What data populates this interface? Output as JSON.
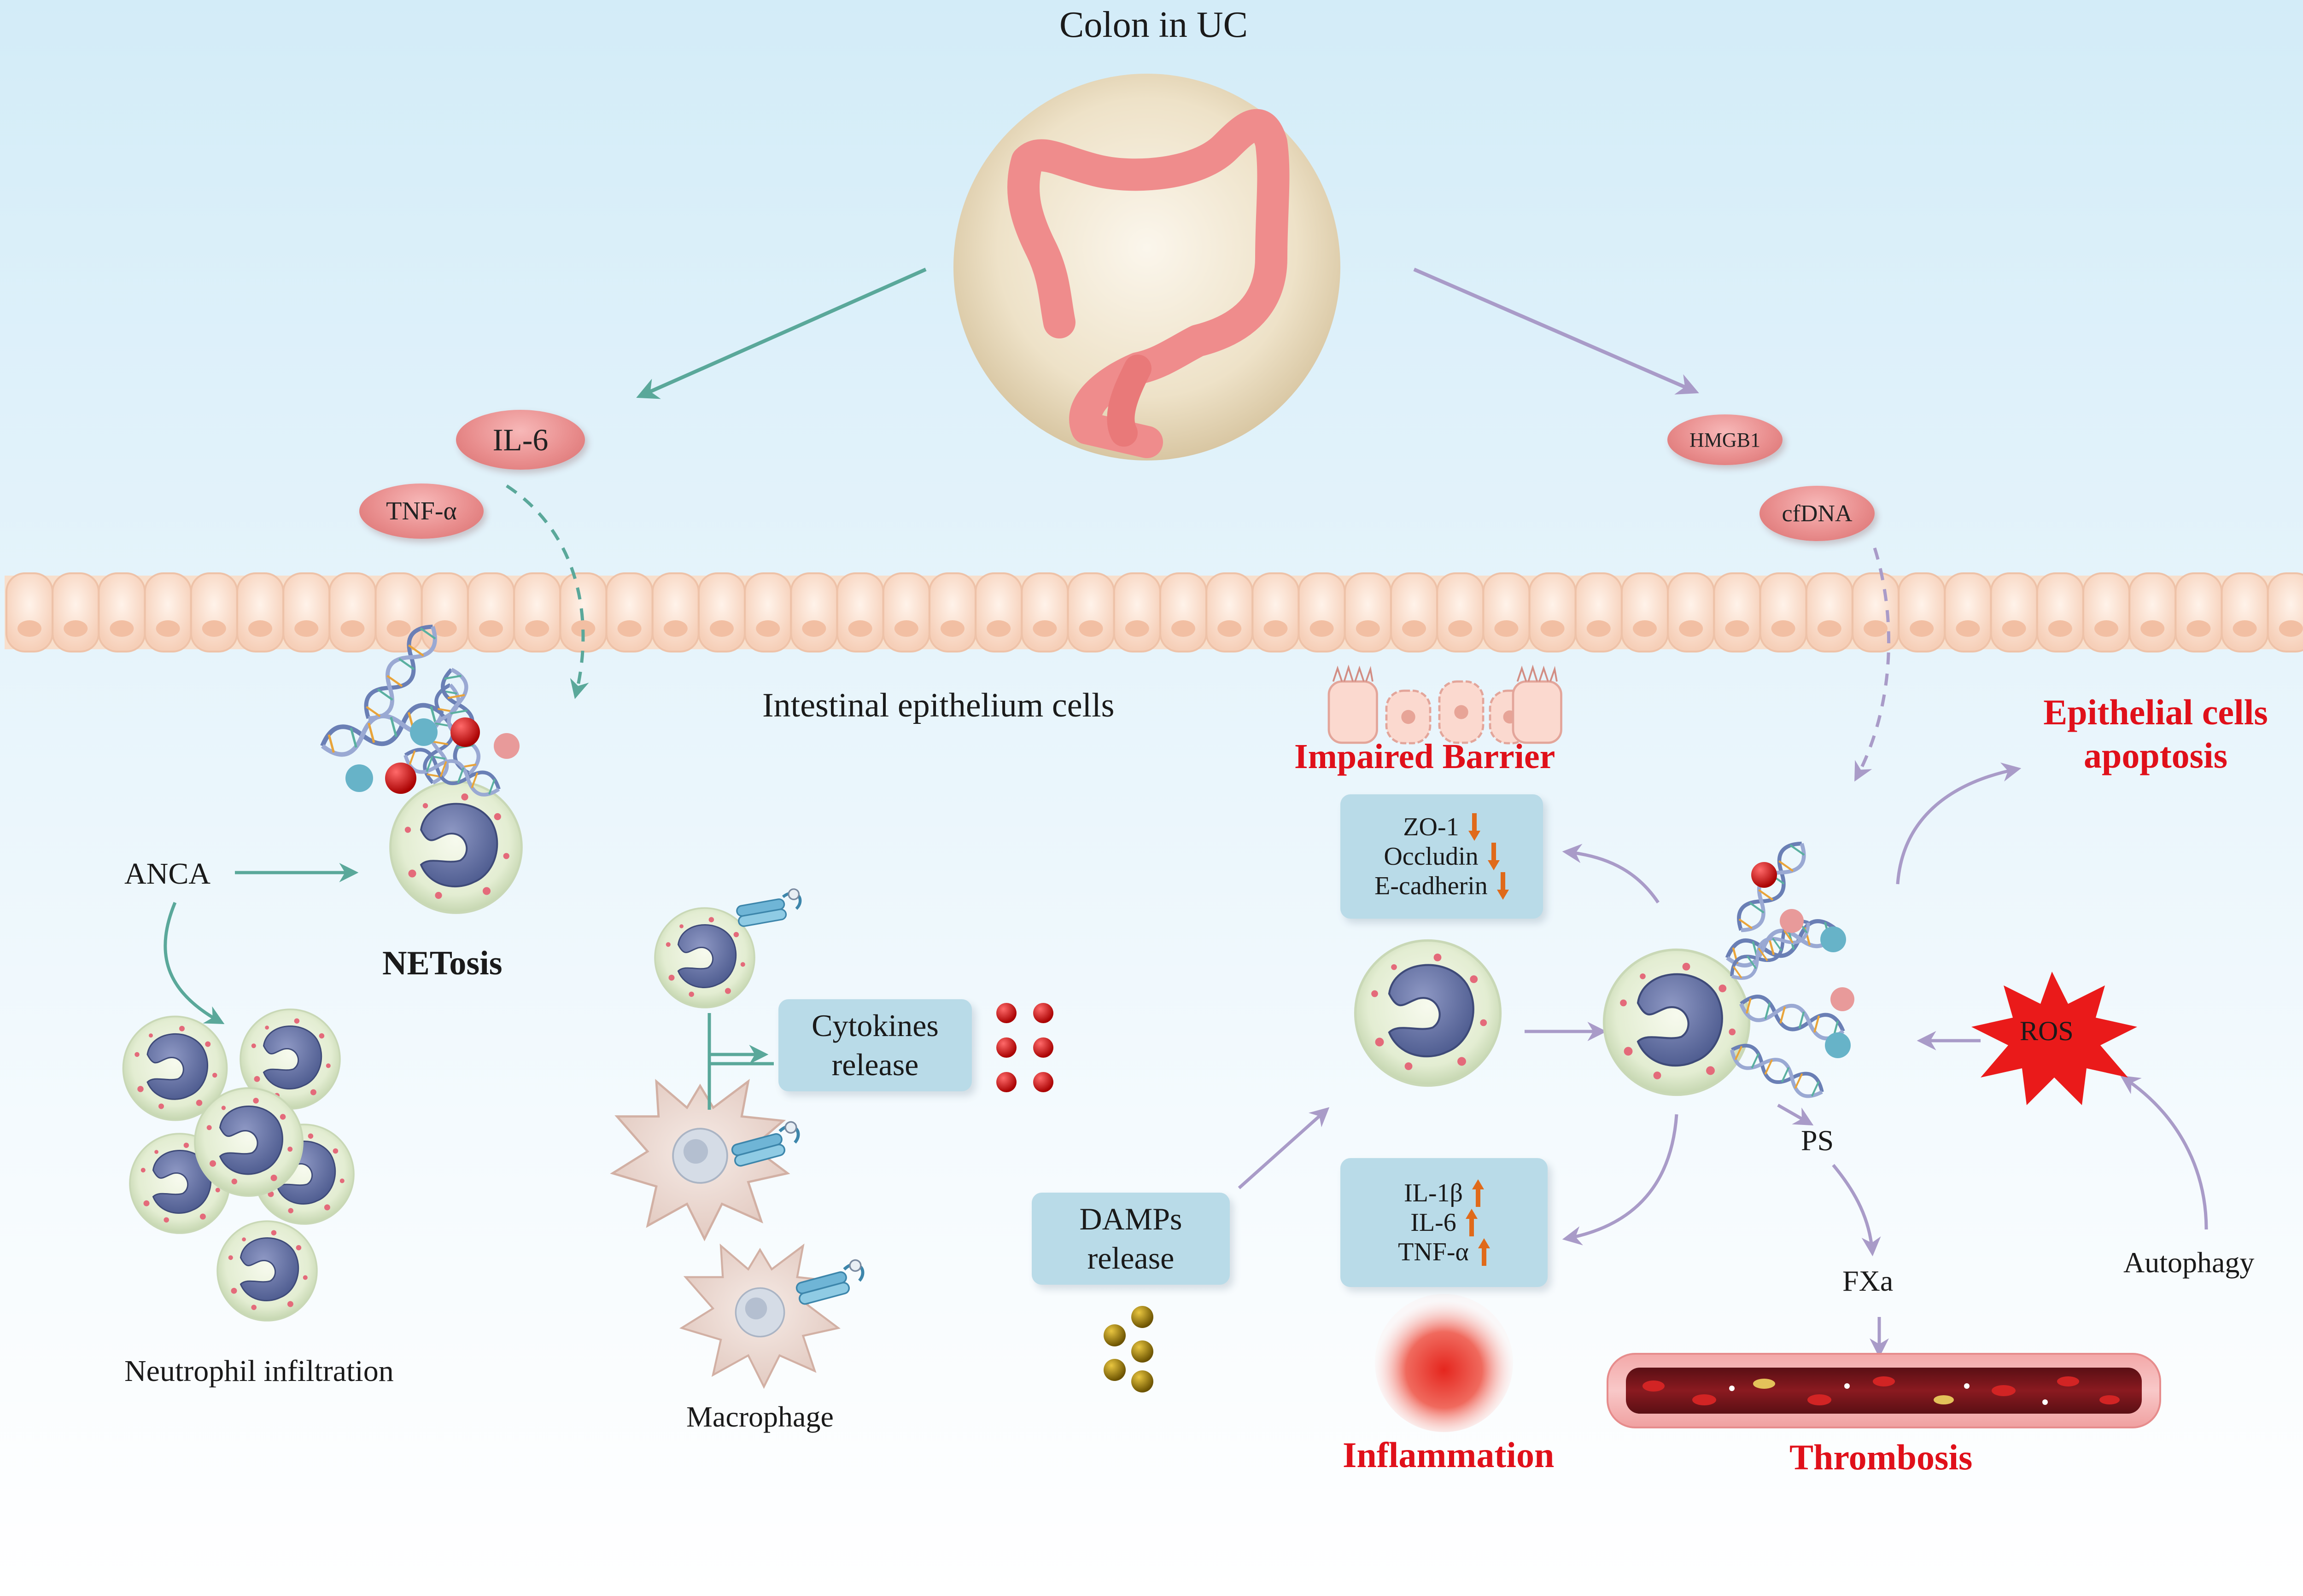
{
  "title": "Colon in UC",
  "left": {
    "cytokines": [
      "IL-6",
      "TNF-α"
    ],
    "epithelium_label": "Intestinal  epithelium cells",
    "netosis_label": "NETosis",
    "anca_label": "ANCA",
    "neutrophil_label": "Neutrophil infiltration",
    "macrophage_label": "Macrophage",
    "cytokines_release": "Cytokines release"
  },
  "right": {
    "damps": [
      "HMGB1",
      "cfDNA"
    ],
    "impaired_barrier": "Impaired Barrier",
    "tight_junctions": [
      "ZO-1",
      "Occludin",
      "E-cadherin"
    ],
    "epithelial_apoptosis": "Epithelial cells apoptosis",
    "ros": "ROS",
    "autophagy": "Autophagy",
    "ps": "PS",
    "fxa": "FXa",
    "thrombosis": "Thrombosis",
    "inflammatory_cytokines": [
      "IL-1β",
      "IL-6",
      "TNF-α"
    ],
    "inflammation": "Inflammation",
    "damps_release": "DAMPs release"
  },
  "colors": {
    "teal_arrow": "#5aa89a",
    "purple_arrow": "#a99bc8",
    "emphasis_red": "#e0101a",
    "down_arrow": "#e06a1a",
    "up_arrow": "#e06a1a"
  }
}
